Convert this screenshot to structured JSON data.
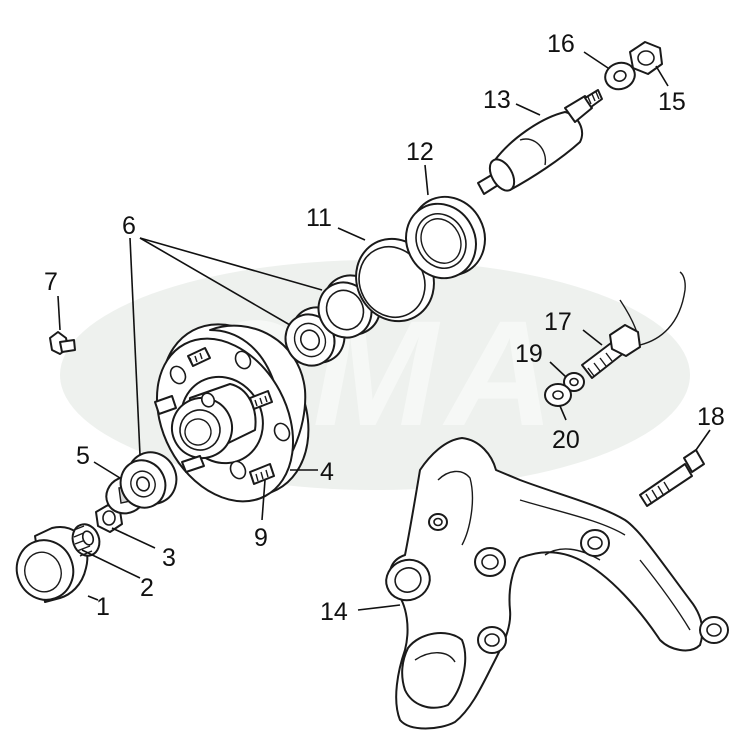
{
  "watermark": {
    "text": "OMA",
    "color": "#eef1ee"
  },
  "colors": {
    "line": "#1a1a1a",
    "background": "#ffffff",
    "fill": "#ffffff"
  },
  "labels": [
    {
      "id": "1",
      "text": "1"
    },
    {
      "id": "2",
      "text": "2"
    },
    {
      "id": "3",
      "text": "3"
    },
    {
      "id": "4",
      "text": "4"
    },
    {
      "id": "5",
      "text": "5"
    },
    {
      "id": "6",
      "text": "6"
    },
    {
      "id": "7",
      "text": "7"
    },
    {
      "id": "9",
      "text": "9"
    },
    {
      "id": "11",
      "text": "11"
    },
    {
      "id": "12",
      "text": "12"
    },
    {
      "id": "13",
      "text": "13"
    },
    {
      "id": "14",
      "text": "14"
    },
    {
      "id": "15",
      "text": "15"
    },
    {
      "id": "16",
      "text": "16"
    },
    {
      "id": "17",
      "text": "17"
    },
    {
      "id": "18",
      "text": "18"
    },
    {
      "id": "19",
      "text": "19"
    },
    {
      "id": "20",
      "text": "20"
    }
  ]
}
